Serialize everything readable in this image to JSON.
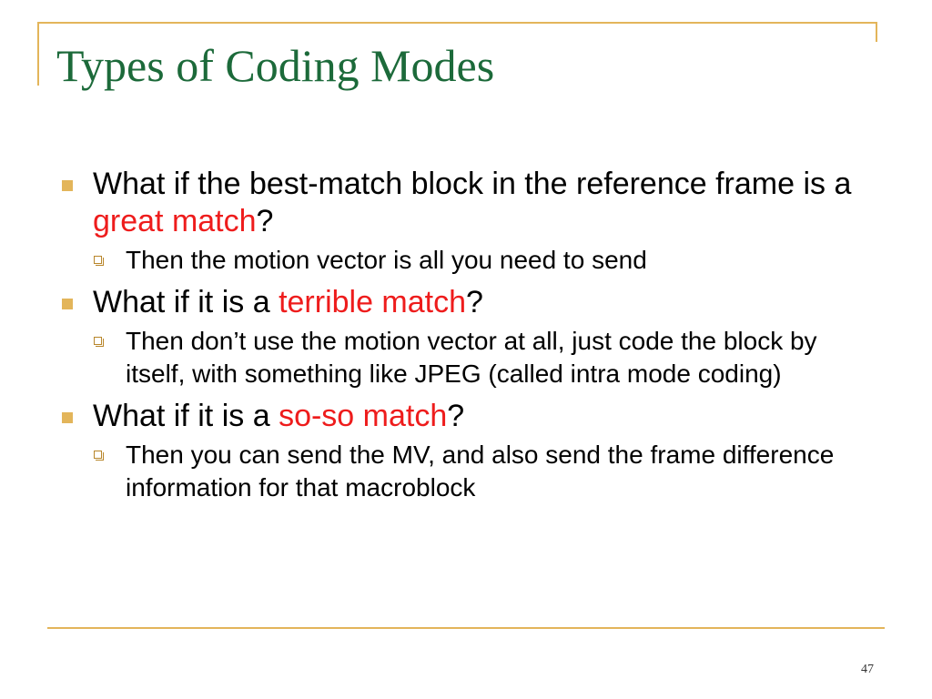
{
  "slide": {
    "title": "Types of Coding Modes",
    "page_number": "47",
    "colors": {
      "title": "#1c6a3a",
      "accent": "#e3b55a",
      "highlight": "#ee1c1c"
    },
    "bullets": [
      {
        "prefix": "What if the best-match block in the reference frame is a ",
        "highlight": "great match",
        "suffix": "?",
        "sub": "Then the motion vector is all you need to send"
      },
      {
        "prefix": "What if it is a ",
        "highlight": "terrible match",
        "suffix": "?",
        "sub": "Then don’t use the motion vector at all, just code the block by itself, with something like JPEG (called intra mode coding)"
      },
      {
        "prefix": "What if it is a ",
        "highlight": "so-so match",
        "suffix": "?",
        "sub": "Then you can send the MV, and also send the frame difference information for that macroblock"
      }
    ]
  }
}
